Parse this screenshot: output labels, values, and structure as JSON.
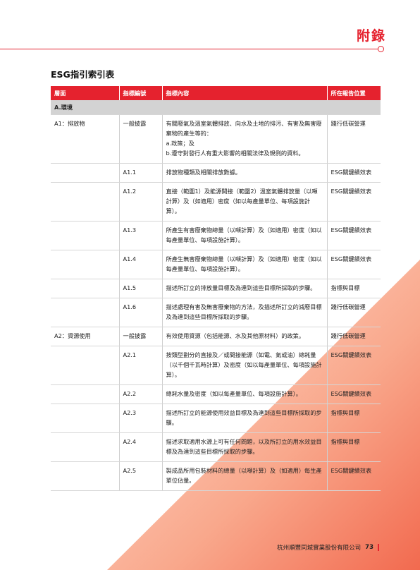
{
  "heading": "附錄",
  "section_title": "ESG指引索引表",
  "colors": {
    "accent": "#e5222e",
    "band_light": "#fbd3c4",
    "band_dark": "#f26a4f"
  },
  "table": {
    "headers": [
      "層面",
      "指標編號",
      "指標內容",
      "所在報告位置"
    ],
    "env_row": "A.環境",
    "rows": [
      {
        "area": "A1：排放物",
        "code": "一般披露",
        "content": "有關廢氣及溫室氣體排放、向水及土地的排污、有害及無害廢棄物的產生等的：\na.政策；及\nb.遵守對發行人有重大影響的相關法律及規例的資料。",
        "loc": "踐行低碳營運"
      },
      {
        "area": "",
        "code": "A1.1",
        "content": "排放物種類及相關排放數據。",
        "loc": "ESG關鍵績效表"
      },
      {
        "area": "",
        "code": "A1.2",
        "content": "直接（範圍1）及能源間接（範圍2）溫室氣體排放量（以噸計算）及（如適用）密度（如以每產量單位、每項設施計算）。",
        "loc": "ESG關鍵績效表"
      },
      {
        "area": "",
        "code": "A1.3",
        "content": "所產生有害廢棄物總量（以噸計算）及（如適用）密度（如以每產量單位、每項設施計算）。",
        "loc": "ESG關鍵績效表"
      },
      {
        "area": "",
        "code": "A1.4",
        "content": "所產生無害廢棄物總量（以噸計算）及（如適用）密度（如以每產量單位、每項設施計算）。",
        "loc": "ESG關鍵績效表"
      },
      {
        "area": "",
        "code": "A1.5",
        "content": "描述所訂立的排放量目標及為達到這些目標所採取的步驟。",
        "loc": "指標與目標"
      },
      {
        "area": "",
        "code": "A1.6",
        "content": "描述處理有害及無害廢棄物的方法，及描述所訂立的減廢目標及為達到這些目標所採取的步驟。",
        "loc": "踐行低碳營運"
      },
      {
        "area": "A2：資源使用",
        "code": "一般披露",
        "content": "有效使用資源（包括能源、水及其他原材料）的政策。",
        "loc": "踐行低碳營運"
      },
      {
        "area": "",
        "code": "A2.1",
        "content": "按類型劃分的直接及／或間接能源（如電、氣或油）總耗量（以千個千瓦時計算）及密度（如以每產量單位、每項設施計算）。",
        "loc": "ESG關鍵績效表"
      },
      {
        "area": "",
        "code": "A2.2",
        "content": "總耗水量及密度（如以每產量單位、每項設施計算）。",
        "loc": "ESG關鍵績效表"
      },
      {
        "area": "",
        "code": "A2.3",
        "content": "描述所訂立的能源使用效益目標及為達到這些目標所採取的步驟。",
        "loc": "指標與目標"
      },
      {
        "area": "",
        "code": "A2.4",
        "content": "描述求取適用水源上可有任何問題，以及所訂立的用水效益目標及為達到這些目標所採取的步驟。",
        "loc": "指標與目標"
      },
      {
        "area": "",
        "code": "A2.5",
        "content": "製成品所用包裝材料的總量（以噸計算）及（如適用）每生產單位佔量。",
        "loc": "ESG關鍵績效表"
      }
    ]
  },
  "footer": {
    "company": "杭州順豐同城實業股份有限公司",
    "page": "73"
  }
}
